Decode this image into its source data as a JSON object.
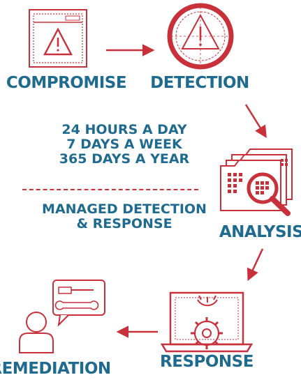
{
  "stages": {
    "compromise": "COMPROMISE",
    "detection": "DETECTION",
    "analysis": "ANALYSIS",
    "response": "RESPONSE",
    "remediation": "REMEDIATION"
  },
  "center": {
    "line1": "24 HOURS A DAY",
    "line2": "7 DAYS A WEEK",
    "line3": "365 DAYS A YEAR",
    "service_line1": "MANAGED DETECTION",
    "service_line2": "& RESPONSE"
  },
  "icons": {
    "compromise": "warning-browser-icon",
    "detection": "warning-target-icon",
    "analysis": "folders-magnifier-icon",
    "response": "laptop-gears-icon",
    "remediation": "person-tools-icon"
  },
  "colors": {
    "red": "#c8303a",
    "blue": "#1f6b8f"
  }
}
